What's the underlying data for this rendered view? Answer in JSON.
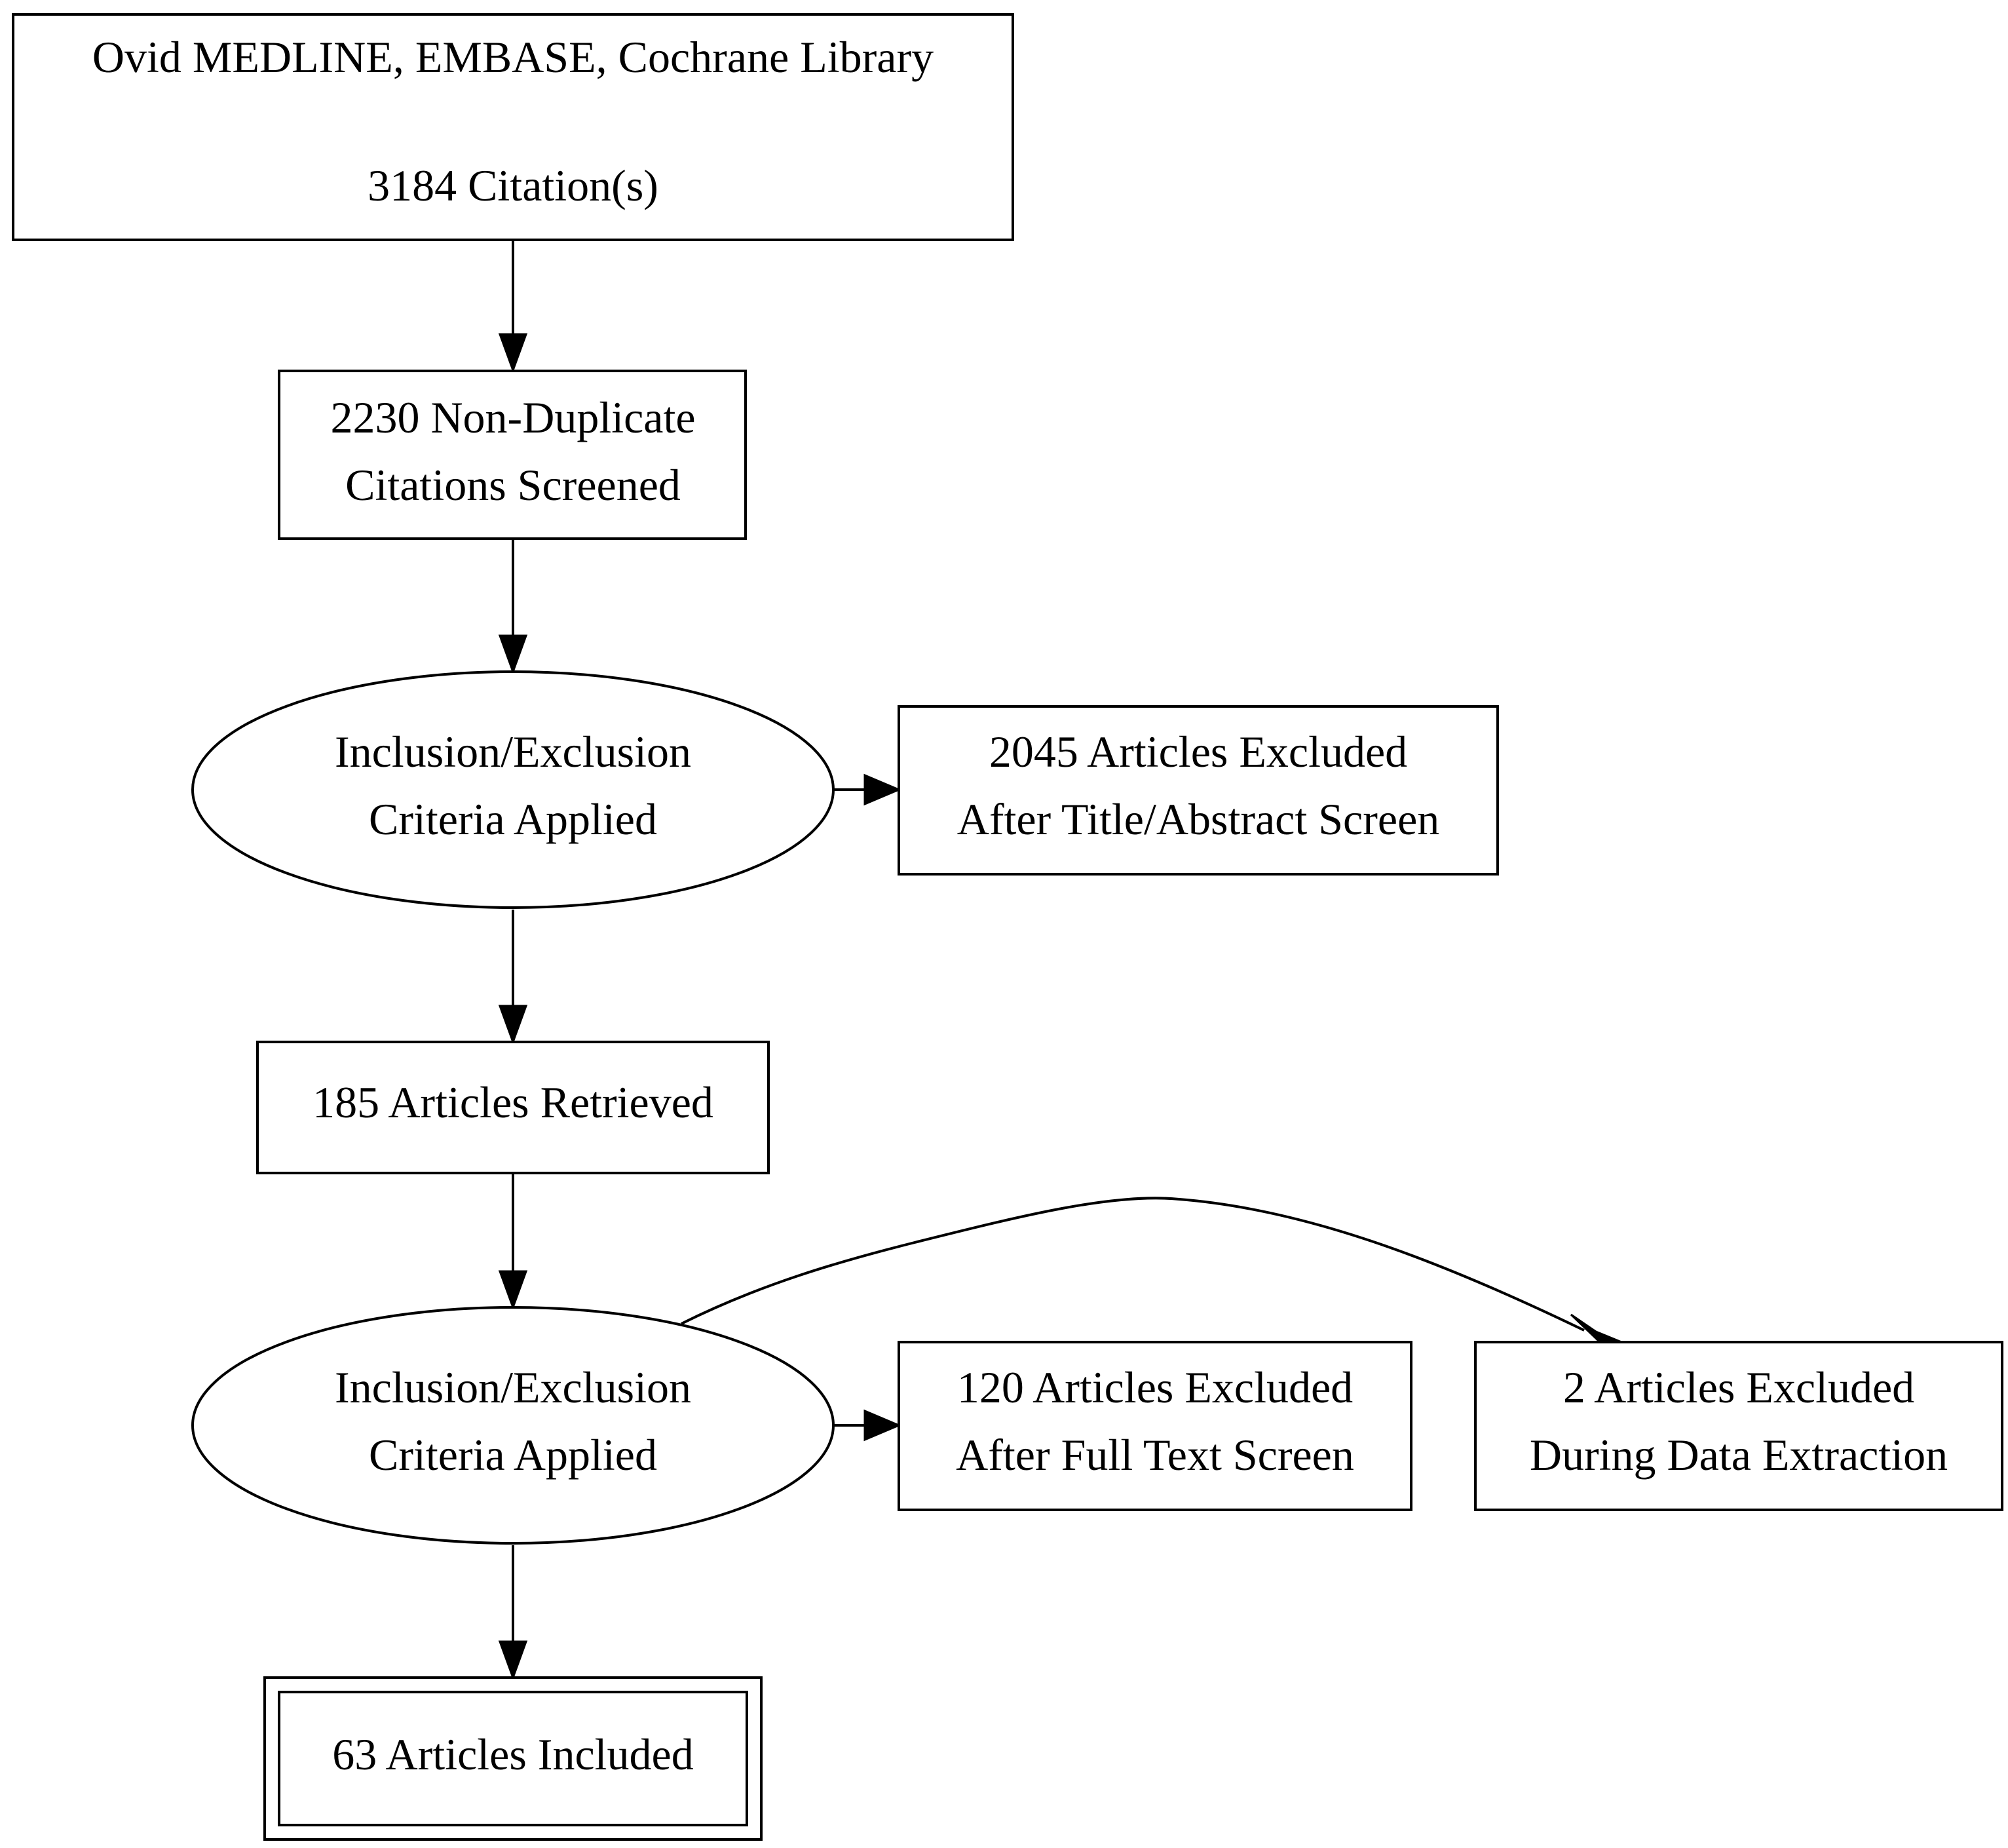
{
  "nodes": {
    "sources": {
      "line1": "Ovid MEDLINE, EMBASE, Cochrane Library",
      "line2": "3184 Citation(s)"
    },
    "screened": {
      "line1": "2230 Non-Duplicate",
      "line2": "Citations Screened"
    },
    "criteria_1": {
      "line1": "Inclusion/Exclusion",
      "line2": "Criteria Applied"
    },
    "excluded_title_abstract": {
      "line1": "2045 Articles Excluded",
      "line2": "After Title/Abstract Screen"
    },
    "retrieved": {
      "line1": "185 Articles Retrieved"
    },
    "criteria_2": {
      "line1": "Inclusion/Exclusion",
      "line2": "Criteria Applied"
    },
    "excluded_full_text": {
      "line1": "120 Articles Excluded",
      "line2": "After Full Text Screen"
    },
    "excluded_data_extraction": {
      "line1": "2 Articles Excluded",
      "line2": "During Data Extraction"
    },
    "included": {
      "line1": "63 Articles Included"
    }
  }
}
